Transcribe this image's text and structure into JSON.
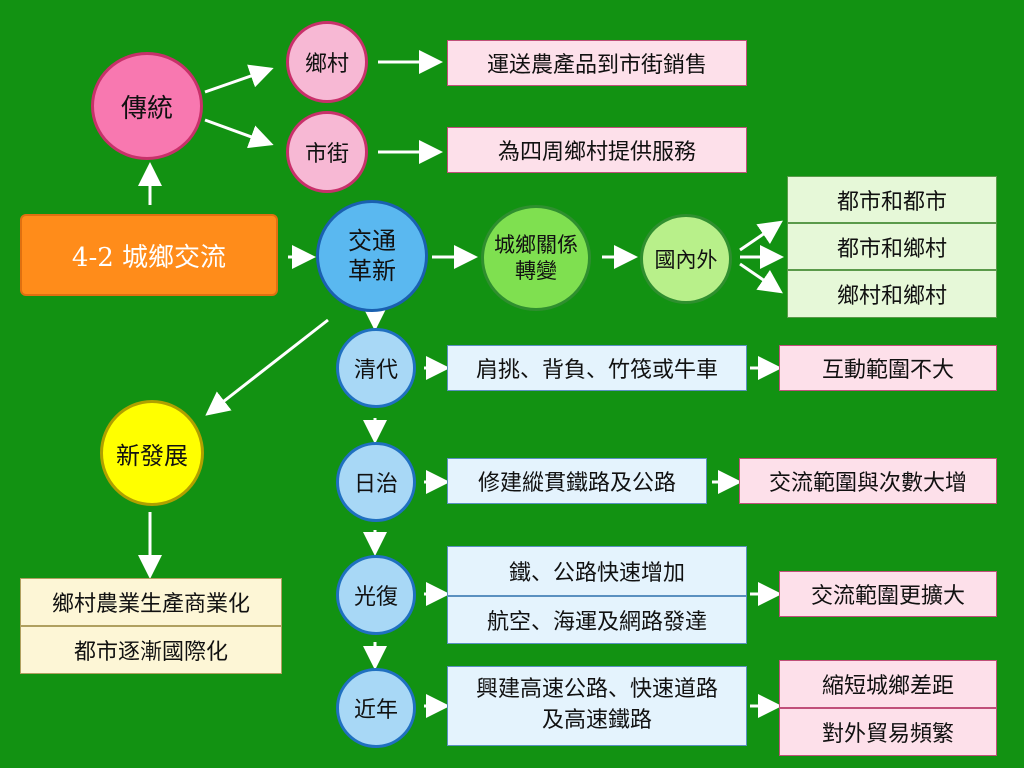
{
  "title": "4-2  城鄉交流",
  "traditional": {
    "label": "傳統",
    "village": "鄉村",
    "town": "市街",
    "village_desc": "運送農產品到市街銷售",
    "town_desc": "為四周鄉村提供服務"
  },
  "innovation": {
    "label": "交通\n革新",
    "change": "城鄉關係\n轉變",
    "scope": "國內外",
    "relations": [
      "都市和都市",
      "都市和鄉村",
      "鄉村和鄉村"
    ]
  },
  "new_dev": {
    "label": "新發展",
    "items": [
      "鄉村農業生產商業化",
      "都市逐漸國際化"
    ]
  },
  "periods": [
    {
      "label": "清代",
      "means": [
        "肩挑、背負、竹筏或牛車"
      ],
      "result": [
        "互動範圍不大"
      ]
    },
    {
      "label": "日治",
      "means": [
        "修建縱貫鐵路及公路"
      ],
      "result": [
        "交流範圍與次數大增"
      ]
    },
    {
      "label": "光復",
      "means": [
        "鐵、公路快速增加",
        "航空、海運及網路發達"
      ],
      "result": [
        "交流範圍更擴大"
      ]
    },
    {
      "label": "近年",
      "means": [
        "興建高速公路、快速道路\n及高速鐵路"
      ],
      "result": [
        "縮短城鄉差距",
        "對外貿易頻繁"
      ]
    }
  ]
}
